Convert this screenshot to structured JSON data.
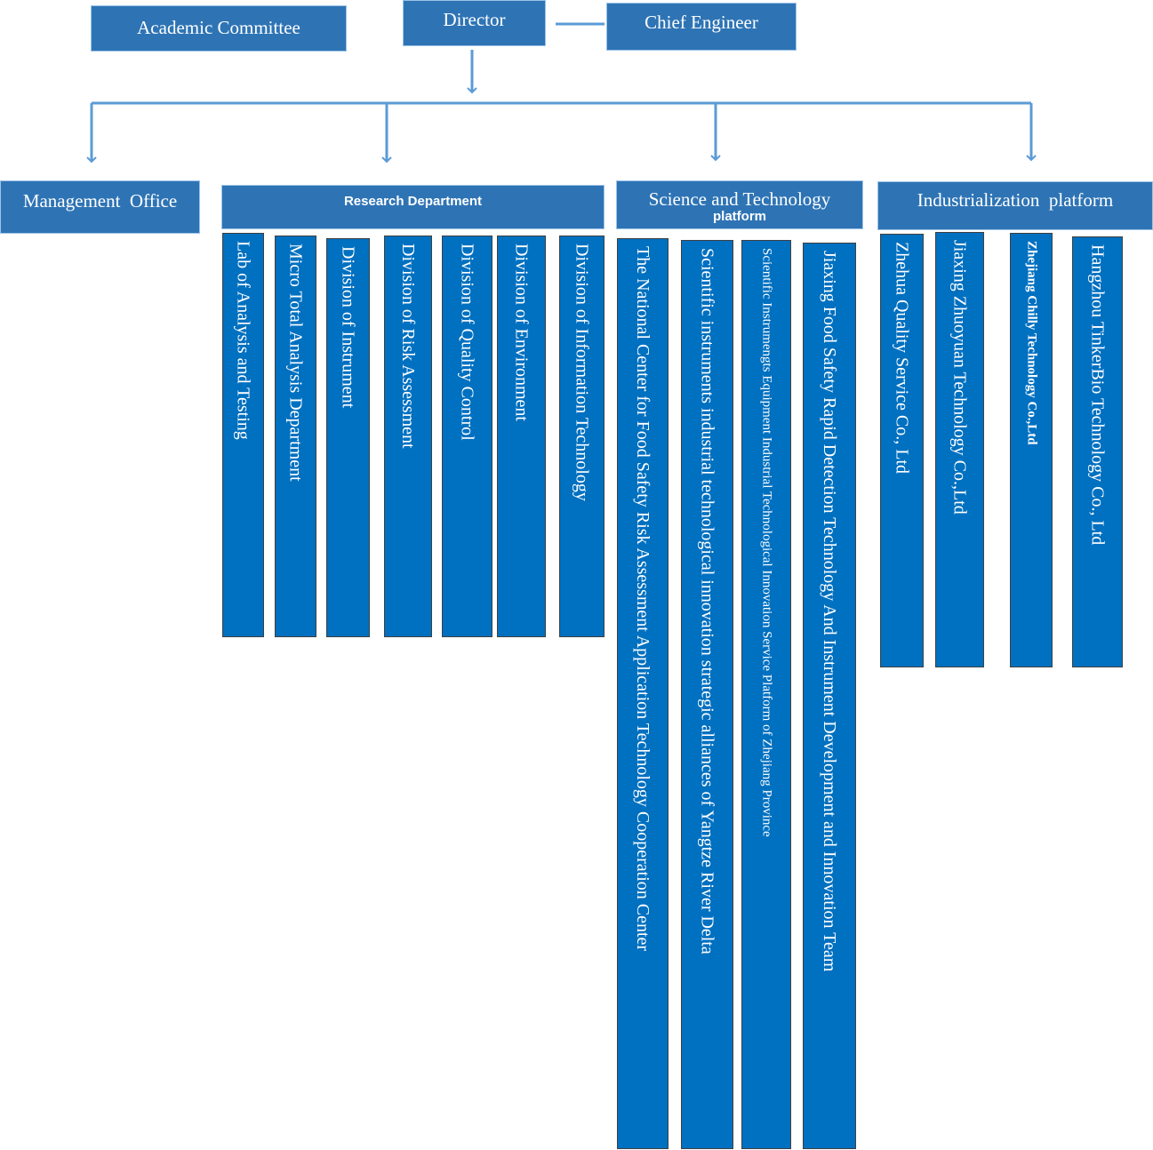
{
  "top": {
    "academic_committee": "Academic Committee",
    "director": "Director",
    "chief_engineer": "Chief Engineer"
  },
  "branches": {
    "management_office": "Management  Office",
    "research_department": "Research Department",
    "science_technology_line1": "Science and Technology",
    "science_technology_line2": "platform",
    "industrialization": "Industrialization  platform"
  },
  "research_units": [
    "Lab of Analysis and Testing",
    "Micro Total Analysis Department",
    "Division of Instrument",
    "Division of Risk Assessment",
    "Division of Quality Control",
    "Division of Environment",
    "Division of Information  Technology"
  ],
  "science_units": [
    "The National Center for Food Safety Risk Assessment Application Technology Cooperation Center",
    "Scientific instruments industrial technological innovation strategic alliances of Yangtze River Delta",
    "Scientific  Instrumengts Equipment Industrial Technological Innovation Service Platform of Zhejiang  Province",
    "Jiaxing Food Safety Rapid Detection Technology And Instrument Development and Innovation  Team"
  ],
  "industry_units": [
    "Zhehua Quality Service Co., Ltd",
    "Jiaxing Zhuoyuan Technology Co.,Ltd",
    "Zhejiang Chilly Technology Co.,Ltd",
    "Hangzhou  TinkerBio Technology Co., Ltd"
  ],
  "colors": {
    "header_box": "#2e74b5",
    "column_box": "#0070c0",
    "connector": "#5b9bd5"
  }
}
